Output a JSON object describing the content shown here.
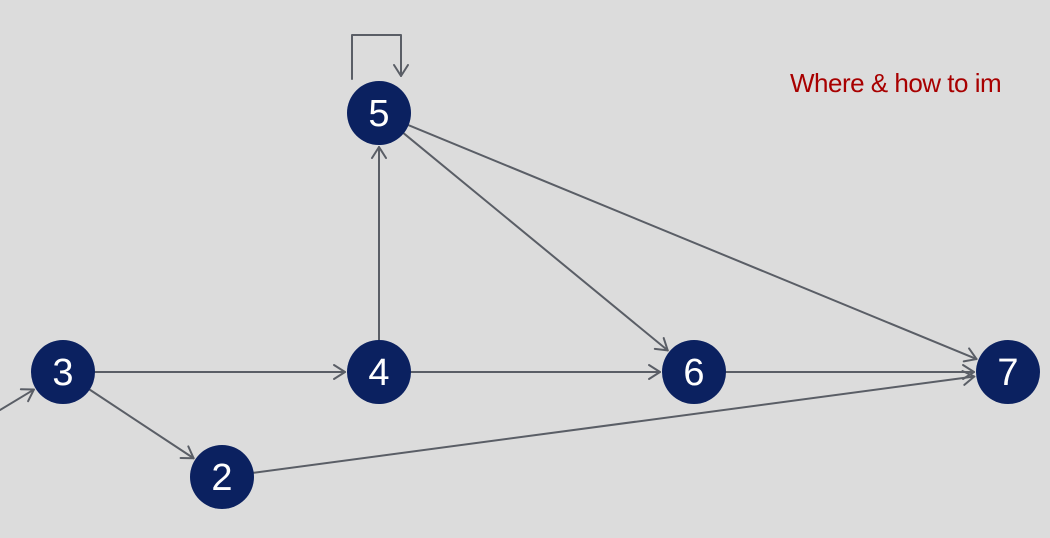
{
  "caption": "Where & how to im",
  "colors": {
    "background": "#dcdcdc",
    "node_fill": "#0b2160",
    "node_text": "#ffffff",
    "edge": "#5a5e66",
    "caption": "#a80000"
  },
  "nodes": [
    {
      "id": "n5",
      "label": "5"
    },
    {
      "id": "n3",
      "label": "3"
    },
    {
      "id": "n4",
      "label": "4"
    },
    {
      "id": "n6",
      "label": "6"
    },
    {
      "id": "n7",
      "label": "7"
    },
    {
      "id": "n2",
      "label": "2"
    }
  ],
  "edges": [
    {
      "from": "n3",
      "to": "n4"
    },
    {
      "from": "n3",
      "to": "n2"
    },
    {
      "from": "n4",
      "to": "n5"
    },
    {
      "from": "n4",
      "to": "n6"
    },
    {
      "from": "n5",
      "to": "n6"
    },
    {
      "from": "n5",
      "to": "n7"
    },
    {
      "from": "n6",
      "to": "n7"
    },
    {
      "from": "n2",
      "to": "n7"
    },
    {
      "from": "n5",
      "to": "n5"
    },
    {
      "from": "external",
      "to": "n3"
    }
  ]
}
